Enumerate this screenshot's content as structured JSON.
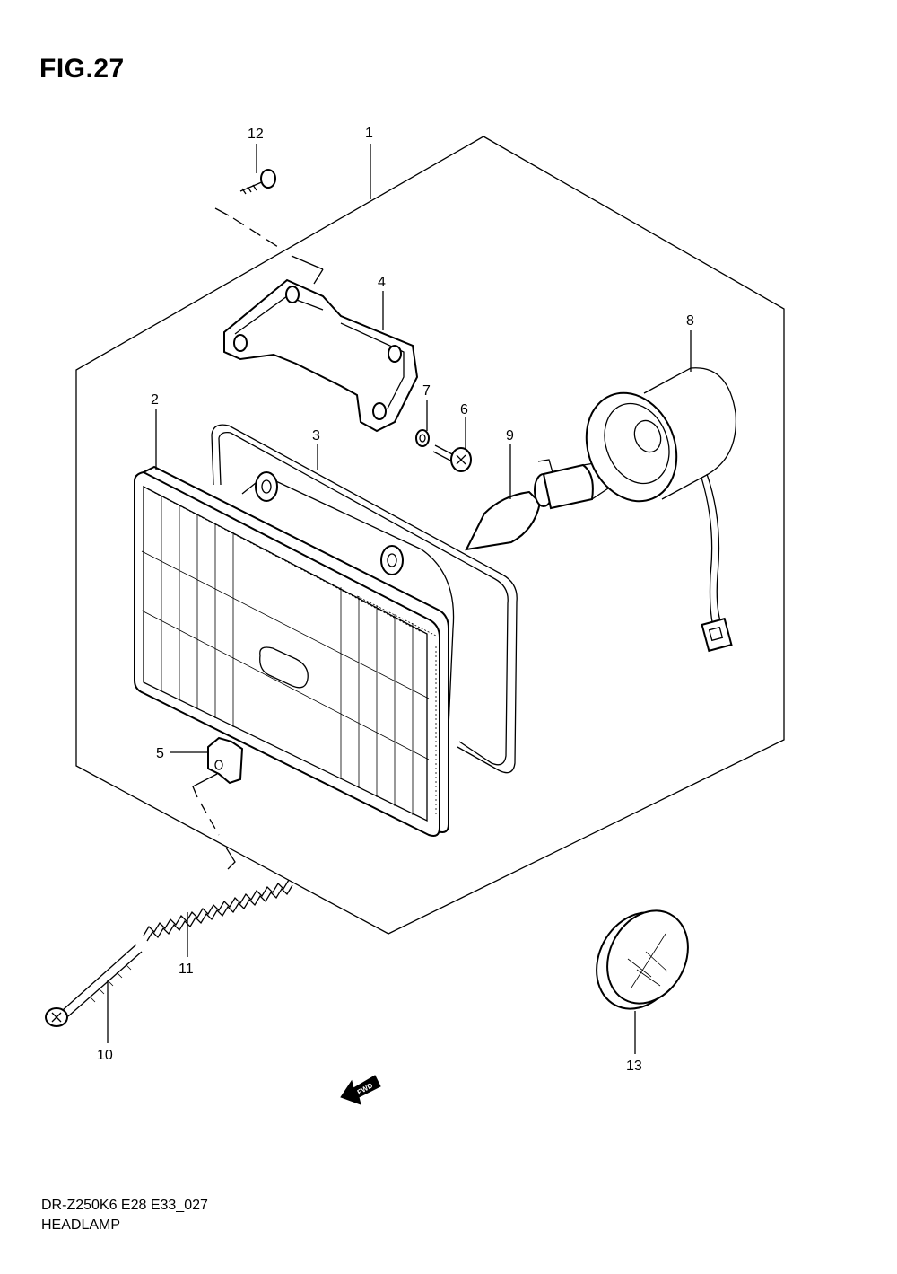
{
  "figure": {
    "title": "FIG.27"
  },
  "callouts": [
    {
      "id": "1",
      "label": "1"
    },
    {
      "id": "2",
      "label": "2"
    },
    {
      "id": "3",
      "label": "3"
    },
    {
      "id": "4",
      "label": "4"
    },
    {
      "id": "5",
      "label": "5"
    },
    {
      "id": "6",
      "label": "6"
    },
    {
      "id": "7",
      "label": "7"
    },
    {
      "id": "8",
      "label": "8"
    },
    {
      "id": "9",
      "label": "9"
    },
    {
      "id": "10",
      "label": "10"
    },
    {
      "id": "11",
      "label": "11"
    },
    {
      "id": "12",
      "label": "12"
    },
    {
      "id": "13",
      "label": "13"
    }
  ],
  "direction_arrow": {
    "label": "FWD",
    "icon": "fwd-arrow-icon"
  },
  "footer": {
    "code": "DR-Z250K6 E28 E33_027",
    "name": "HEADLAMP"
  }
}
